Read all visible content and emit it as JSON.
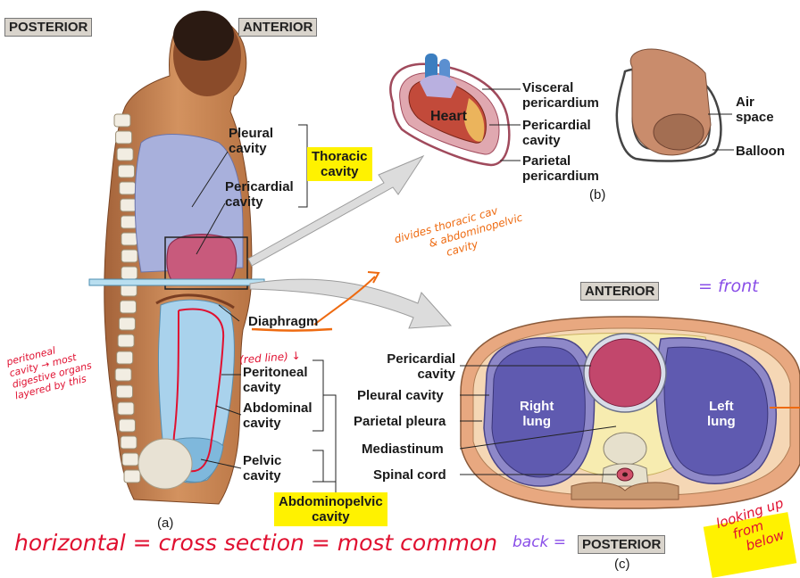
{
  "labels": {
    "posterior_a": "POSTERIOR",
    "anterior_a": "ANTERIOR",
    "pleural_cavity_line1": "Pleural",
    "pleural_cavity_line2": "cavity",
    "pericardial_cavity_line1": "Pericardial",
    "pericardial_cavity_line2": "cavity",
    "thoracic_cavity_line1": "Thoracic",
    "thoracic_cavity_line2": "cavity",
    "diaphragm": "Diaphragm",
    "peritoneal_line1": "Peritoneal",
    "peritoneal_line2": "cavity",
    "abdominal_line1": "Abdominal",
    "abdominal_line2": "cavity",
    "pelvic_line1": "Pelvic",
    "pelvic_line2": "cavity",
    "abdominopelvic_line1": "Abdominopelvic",
    "abdominopelvic_line2": "cavity",
    "caption_a": "(a)",
    "heart": "Heart",
    "visceral_line1": "Visceral",
    "visceral_line2": "pericardium",
    "pericardial_b_line1": "Pericardial",
    "pericardial_b_line2": "cavity",
    "parietal_line1": "Parietal",
    "parietal_line2": "pericardium",
    "caption_b": "(b)",
    "air_line1": "Air",
    "air_line2": "space",
    "balloon": "Balloon",
    "anterior_c": "ANTERIOR",
    "posterior_c": "POSTERIOR",
    "pericardial_c_line1": "Pericardial",
    "pericardial_c_line2": "cavity",
    "pleural_c": "Pleural cavity",
    "parietal_pleura": "Parietal pleura",
    "mediastinum": "Mediastinum",
    "spinal_cord": "Spinal cord",
    "right_lung_line1": "Right",
    "right_lung_line2": "lung",
    "left_lung_line1": "Left",
    "left_lung_line2": "lung",
    "caption_c": "(c)"
  },
  "annotations": {
    "peritoneal_note_1": "peritoneal",
    "peritoneal_note_2": "cavity → most",
    "peritoneal_note_3": "digestive organs",
    "peritoneal_note_4": "layered by this",
    "red_line": "(red line) ↓",
    "divides_1": "divides thoracic cav",
    "divides_2": "& abdominopelvic",
    "divides_3": "cavity",
    "front": "= front",
    "back": "back =",
    "horizontal": "horizontal = cross section = most common",
    "looking_1": "looking up",
    "looking_2": "from",
    "looking_3": "below"
  },
  "colors": {
    "skin": "#c98452",
    "pleural": "#a8b0dc",
    "pericardial": "#c85a7c",
    "abdominal": "#a9d2ec",
    "highlight": "#fff200",
    "ink_red": "#e01030",
    "ink_orange": "#ee6a10",
    "ink_purple": "#8a4fe8"
  }
}
